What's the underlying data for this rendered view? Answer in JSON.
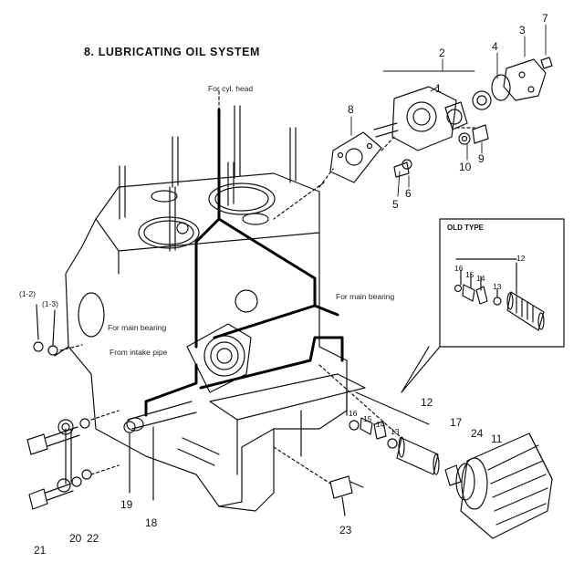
{
  "title": "8.   LUBRICATING  OIL  SYSTEM",
  "notes": {
    "cyl_head": "For cyl. head",
    "main_bearing_right": "For main bearing",
    "main_bearing_left": "For main bearing",
    "intake_pipe": "From intake pipe"
  },
  "inset": {
    "label": "OLD TYPE",
    "parts": [
      "16",
      "15",
      "14",
      "13",
      "12"
    ]
  },
  "callouts": {
    "c1": "1",
    "c2": "2",
    "c3": "3",
    "c4": "4",
    "c5": "5",
    "c6": "6",
    "c7": "7",
    "c8": "8",
    "c9": "9",
    "c10": "10",
    "c11": "11",
    "c12": "12",
    "c13": "13",
    "c14": "14",
    "c15": "15",
    "c16": "16",
    "c17": "17",
    "c18": "18",
    "c19": "19",
    "c20": "20",
    "c21": "21",
    "c22": "22",
    "c23": "23",
    "c24": "24",
    "c1_2": "(1-2)",
    "c1_3": "(1-3)"
  },
  "colors": {
    "line": "#111111",
    "oil_path": "#000000",
    "background": "#ffffff"
  }
}
